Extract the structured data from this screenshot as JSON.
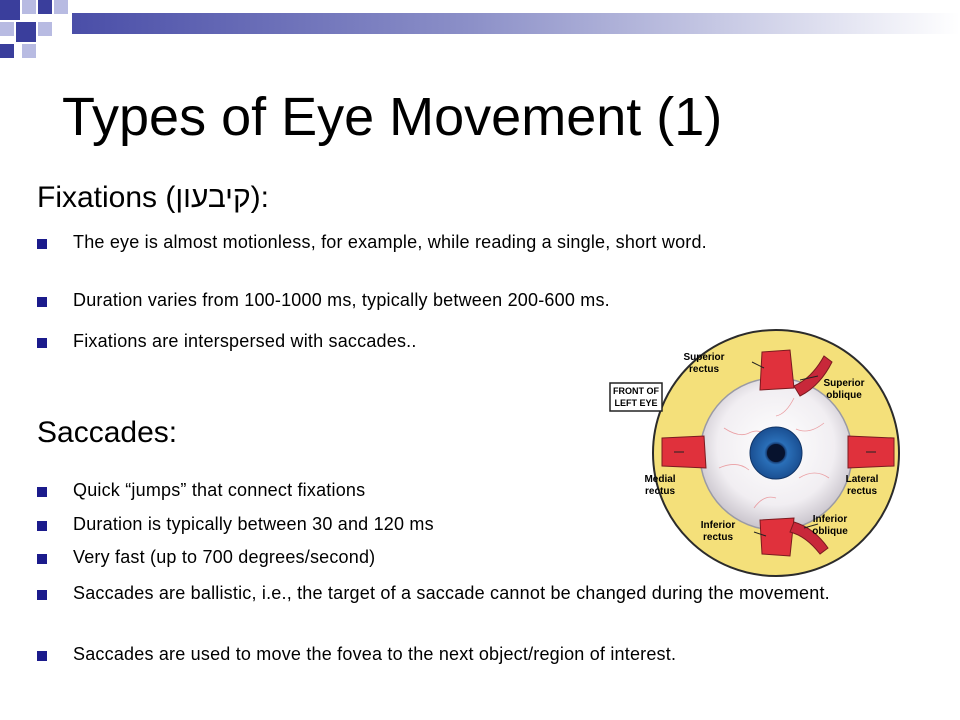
{
  "slide": {
    "title": "Types of Eye Movement (1)"
  },
  "fixations": {
    "heading": "Fixations (קיבעון):",
    "bullets": [
      "The eye is almost motionless, for example,  while reading a single, short word.",
      "Duration varies from 100-1000 ms, typically between 200-600 ms.",
      "Fixations are interspersed with saccades.."
    ]
  },
  "saccades": {
    "heading": "Saccades:",
    "bullets": [
      "Quick “jumps” that connect fixations",
      "Duration is typically between 30 and 120 ms",
      "Very fast (up to 700 degrees/second)",
      "Saccades are ballistic, i.e., the target of a saccade cannot be changed during the movement.",
      "Saccades are used to move the fovea to the next object/region of interest."
    ]
  },
  "diagram": {
    "box_label_line1": "FRONT OF",
    "box_label_line2": "LEFT EYE",
    "labels": {
      "superior_rectus_1": "Superior",
      "superior_rectus_2": "rectus",
      "superior_oblique_1": "Superior",
      "superior_oblique_2": "oblique",
      "medial_rectus_1": "Medial",
      "medial_rectus_2": "rectus",
      "lateral_rectus_1": "Lateral",
      "lateral_rectus_2": "rectus",
      "inferior_rectus_1": "Inferior",
      "inferior_rectus_2": "rectus",
      "inferior_oblique_1": "Inferior",
      "inferior_oblique_2": "oblique"
    }
  },
  "colors": {
    "bullet": "#1b1b8c",
    "deco_dark": "#3a3e9c",
    "deco_light": "#b8bbe2",
    "ring": "#f4e07a",
    "muscle": "#e0313c",
    "iris": "#2a6fb8"
  }
}
